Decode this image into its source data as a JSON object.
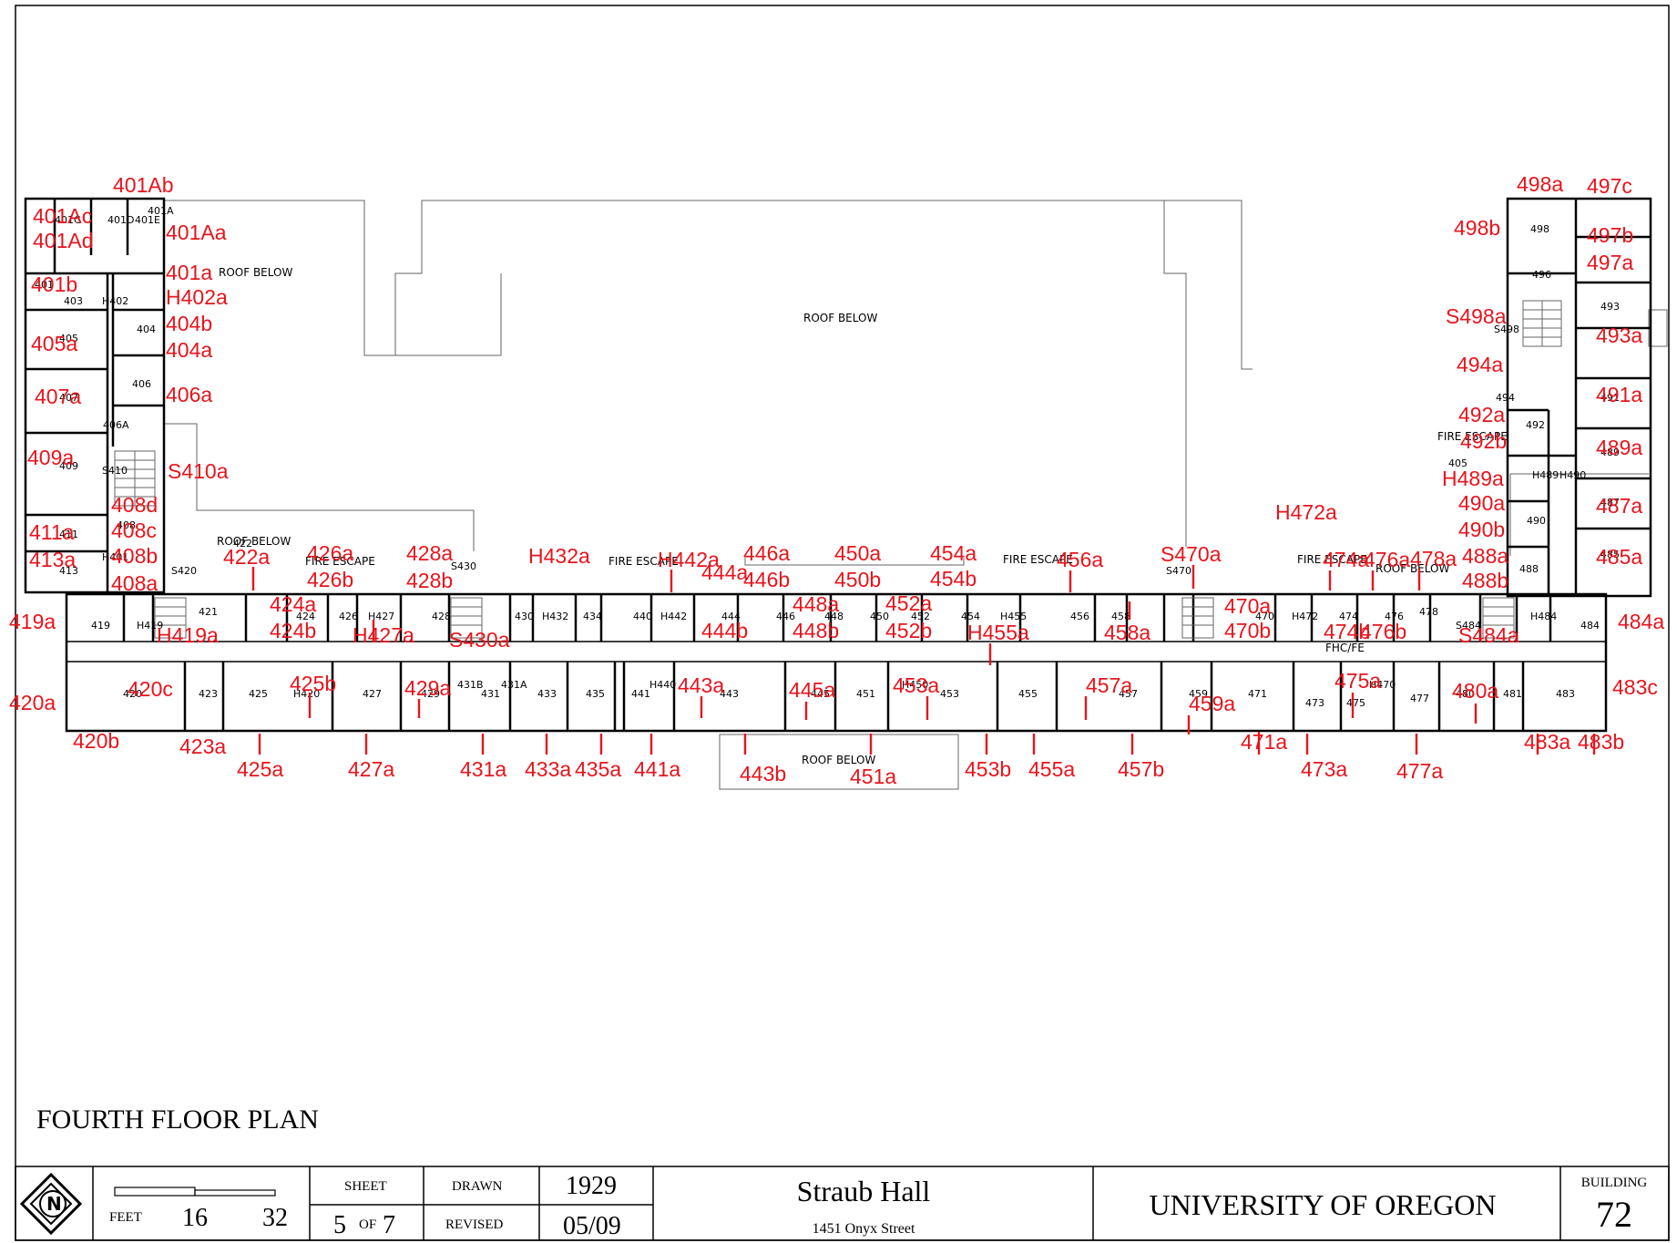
{
  "plan_title": "FOURTH FLOOR PLAN",
  "roof_labels": [
    "ROOF BELOW",
    "ROOF BELOW",
    "ROOF BELOW",
    "ROOF BELOW",
    "ROOF BELOW"
  ],
  "fire_escape_labels": [
    "FIRE ESCAPE",
    "FIRE ESCAPE",
    "FIRE ESCAPE",
    "FIRE ESCAPE",
    "FIRE ESCAPE"
  ],
  "fhc_label": "FHC/FE",
  "rooms_row_north": [
    "419",
    "H419",
    "421",
    "422",
    "424",
    "426",
    "H427",
    "428",
    "S430",
    "430",
    "H432",
    "434",
    "440",
    "H442",
    "444",
    "446",
    "448",
    "450",
    "452",
    "454",
    "H455",
    "456",
    "458",
    "S470",
    "470",
    "H472",
    "474",
    "476",
    "478",
    "S484",
    "H484",
    "484"
  ],
  "rooms_row_south": [
    "420",
    "423",
    "425",
    "H420",
    "427",
    "429",
    "431B",
    "431",
    "431A",
    "433",
    "435",
    "441",
    "H440",
    "443",
    "445",
    "451",
    "H450",
    "453",
    "455",
    "457",
    "459",
    "471",
    "473",
    "475",
    "H470",
    "477",
    "480",
    "481",
    "483"
  ],
  "rooms_west_wing": [
    "401D",
    "401E",
    "401C",
    "401A",
    "401",
    "403",
    "H402",
    "404",
    "405",
    "406",
    "406A",
    "407",
    "408",
    "409",
    "S410",
    "411",
    "413",
    "H401",
    "S420"
  ],
  "rooms_east_wing": [
    "498",
    "496",
    "493",
    "S498",
    "494",
    "491",
    "492",
    "405",
    "489",
    "H489",
    "H490",
    "490",
    "487",
    "488",
    "485"
  ],
  "red_labels": [
    "401Ab",
    "401Ac",
    "401Ad",
    "401Aa",
    "401a",
    "401b",
    "H402a",
    "404b",
    "404a",
    "405a",
    "406a",
    "407a",
    "409a",
    "S410a",
    "408d",
    "408c",
    "411a",
    "408b",
    "413a",
    "408a",
    "419a",
    "420a",
    "420b",
    "420c",
    "422a",
    "424a",
    "424b",
    "426a",
    "426b",
    "H427a",
    "428a",
    "428b",
    "H419a",
    "S430a",
    "425b",
    "429a",
    "423a",
    "425a",
    "427a",
    "431a",
    "H432a",
    "433a",
    "435a",
    "441a",
    "H442a",
    "444a",
    "444b",
    "443a",
    "443b",
    "446a",
    "446b",
    "448a",
    "448b",
    "445a",
    "450a",
    "450b",
    "452a",
    "452b",
    "451a",
    "454a",
    "454b",
    "453a",
    "H455a",
    "453b",
    "455a",
    "456a",
    "458a",
    "457a",
    "457b",
    "459a",
    "S470a",
    "470a",
    "470b",
    "H472a",
    "474a",
    "474b",
    "476a",
    "476b",
    "478a",
    "475a",
    "471a",
    "473a",
    "477a",
    "480a",
    "488a",
    "488b",
    "S484a",
    "484a",
    "483c",
    "483a",
    "483b",
    "498a",
    "497c",
    "498b",
    "497b",
    "497a",
    "S498a",
    "493a",
    "494a",
    "491a",
    "492a",
    "492b",
    "489a",
    "H489a",
    "490a",
    "490b",
    "487a",
    "485a"
  ],
  "title_block": {
    "feet_label": "FEET",
    "scale_mid": "16",
    "scale_end": "32",
    "sheet_label": "SHEET",
    "sheet_num": "5",
    "of_label": "OF",
    "sheet_total": "7",
    "drawn_label": "DRAWN",
    "drawn_year": "1929",
    "revised_label": "REVISED",
    "revised_date": "05/09",
    "building_name": "Straub Hall",
    "address": "1451 Onyx Street",
    "university": "UNIVERSITY OF OREGON",
    "building_label": "BUILDING",
    "building_number": "72",
    "north_letter": "N"
  },
  "colors": {
    "markup_red": "#e8141c",
    "line": "#000000"
  }
}
